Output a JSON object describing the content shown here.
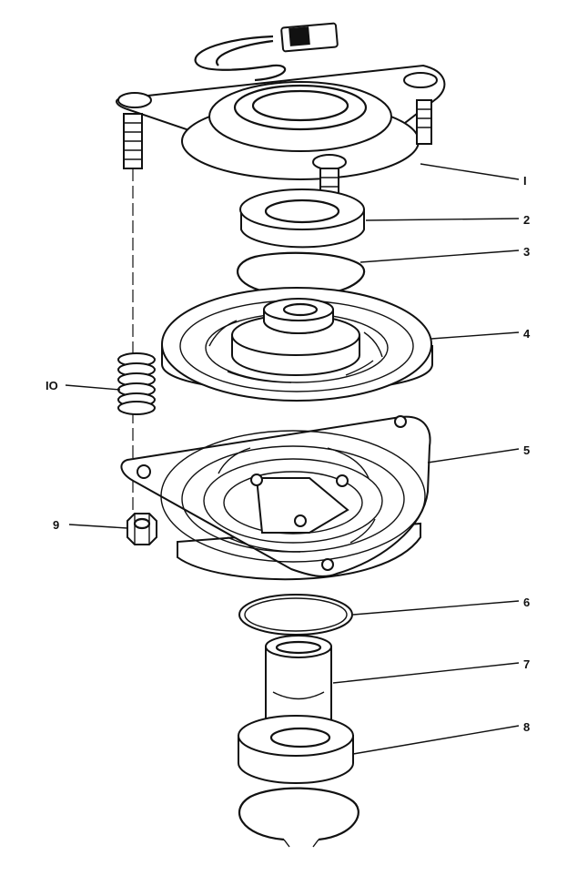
{
  "callouts": [
    {
      "id": "1",
      "text": "I"
    },
    {
      "id": "2",
      "text": "2"
    },
    {
      "id": "3",
      "text": "3"
    },
    {
      "id": "4",
      "text": "4"
    },
    {
      "id": "5",
      "text": "5"
    },
    {
      "id": "6",
      "text": "6"
    },
    {
      "id": "7",
      "text": "7"
    },
    {
      "id": "8",
      "text": "8"
    },
    {
      "id": "9",
      "text": "9"
    },
    {
      "id": "10",
      "text": "IO"
    }
  ],
  "colors": {
    "ink": "#111111",
    "paper": "#ffffff"
  }
}
